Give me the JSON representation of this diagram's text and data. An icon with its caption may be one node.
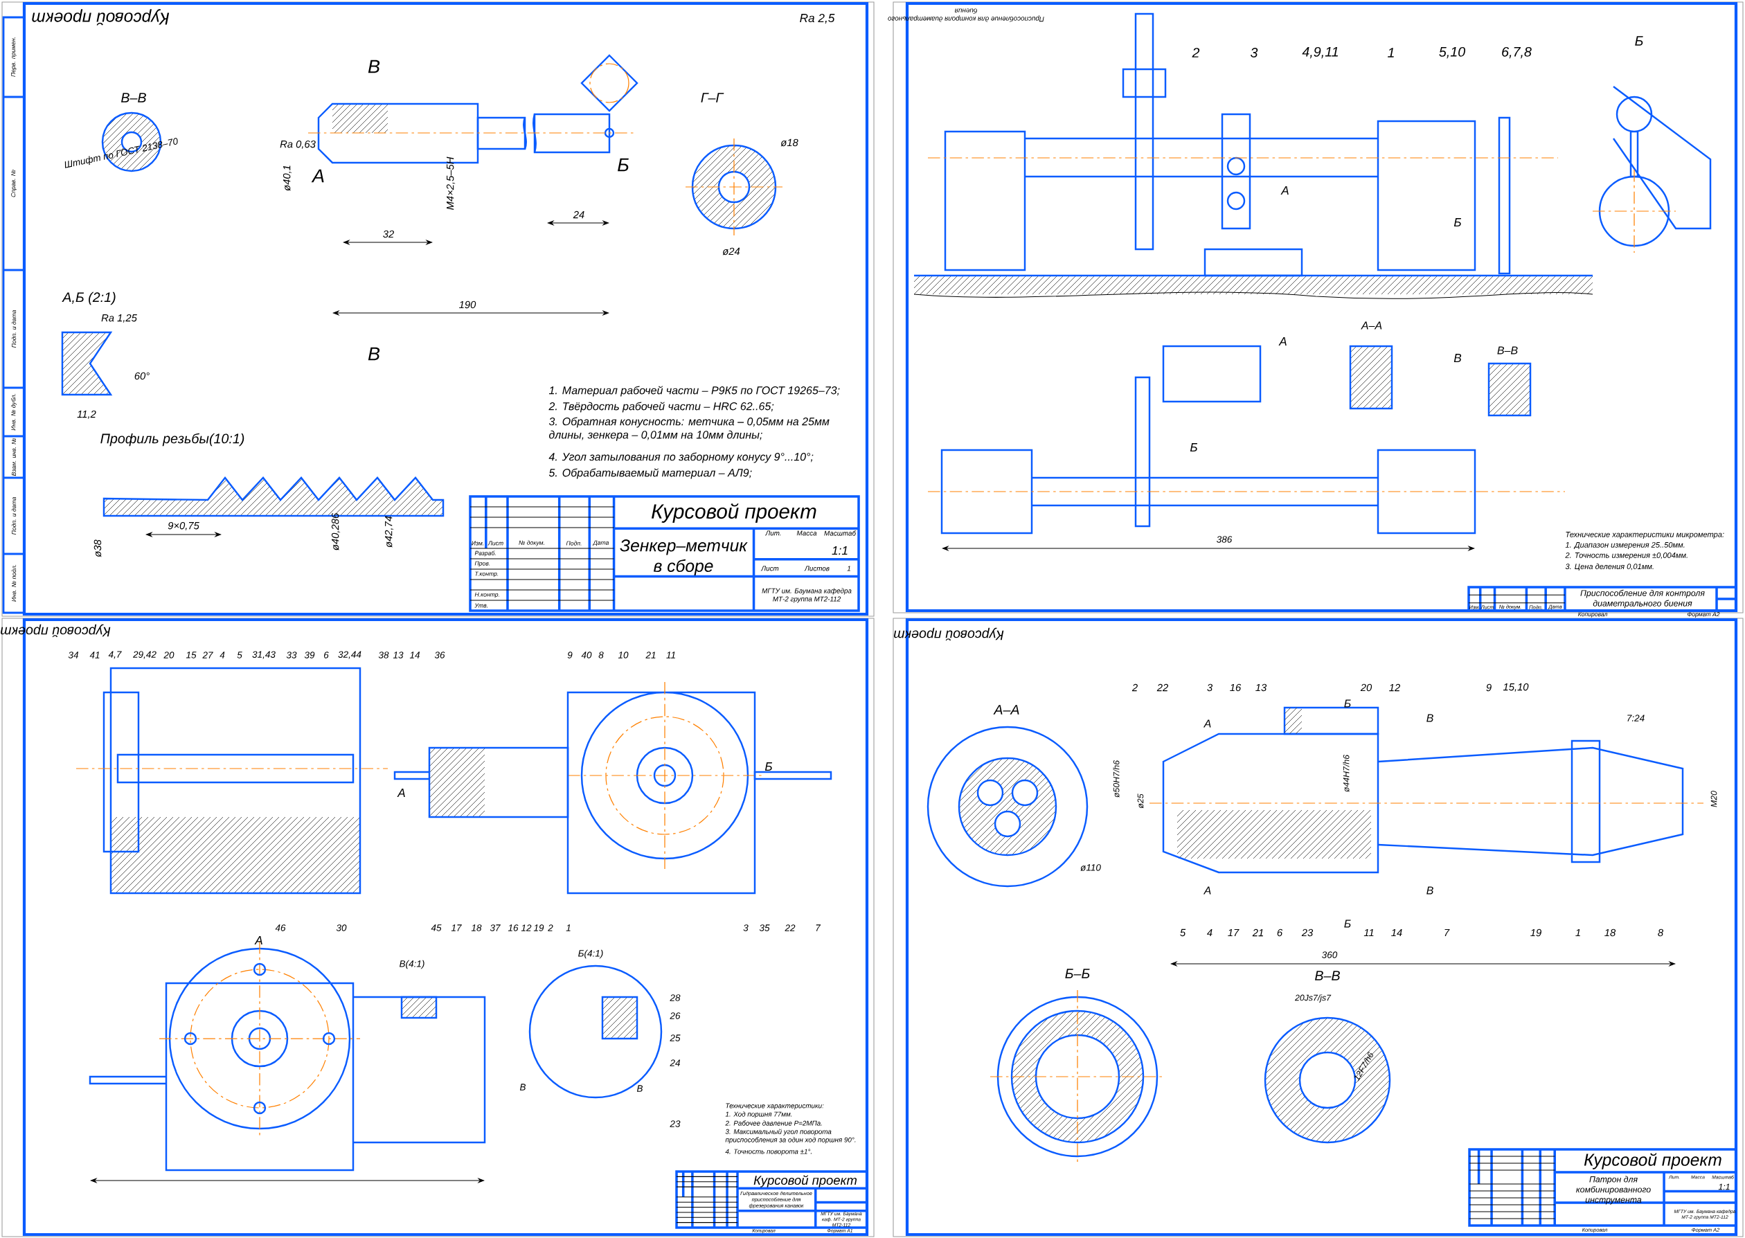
{
  "diagram": {
    "labels": [
      "Курсовой проект",
      "Ra 2,5",
      "В–В",
      "Штифт по ГОСТ 2138–70",
      "Ra 0,63",
      "А",
      "Б",
      "В",
      "В",
      "Г–Г",
      "ø18",
      "ø24",
      "32",
      "24",
      "190",
      "ø40,1",
      "М4×2,5–5Н",
      "А,Б (2:1)",
      "Ra 1,25",
      "60°",
      "11,2",
      "Профиль резьбы(10:1)",
      "9×0,75",
      "ø38",
      "ø40,286",
      "ø42,74",
      "1. Материал рабочей части – Р9К5 по ГОСТ 19265–73;",
      "2. Твёрдость рабочей части – HRC 62..65;",
      "3. Обратная конусность: метчика – 0,05мм на 25мм длины, зенкера – 0,01мм на 10мм длины;",
      "4. Угол затылования по заборному конусу 9°...10°;",
      "5. Обрабатываемый материал – АЛ9;",
      "Курсовой проект",
      "Зенкер–метчик в сборе",
      "Лит.",
      "Масса",
      "Масштаб",
      "1:1",
      "Лист",
      "Листов",
      "1",
      "МГТУ им. Баумана кафедра МТ-2 группа МТ2-112",
      "Изм.",
      "Лист",
      "№ докум.",
      "Подп.",
      "Дата",
      "Разраб.",
      "Пров.",
      "Т.контр.",
      "Н.контр.",
      "Утв.",
      "Перв. примен.",
      "Справ. №",
      "Подп. и дата",
      "Инв. № дубл.",
      "Взам. инв. №",
      "Подп. и дата",
      "Инв. № подл.",
      "Приспособление для контроля диаметрального биения",
      "2",
      "3",
      "4,9,11",
      "1",
      "5,10",
      "6,7,8",
      "Б",
      "А",
      "Б",
      "А",
      "В",
      "Б",
      "А–А",
      "В–В",
      "386",
      "Технические характеристики микрометра:",
      "1. Диапазон измерения 25..50мм.",
      "2. Точность измерения ±0,004мм.",
      "3. Цена деления 0,01мм.",
      "Приспособление для контроля диаметрального биения",
      "Изм.",
      "Лист",
      "№ докум.",
      "Подп.",
      "Дата",
      "Копировал",
      "Формат А2",
      "Курсовой проект",
      "34",
      "41",
      "4,7",
      "29,42",
      "20",
      "15",
      "27",
      "4",
      "5",
      "31,43",
      "33",
      "39",
      "6",
      "32,44",
      "38",
      "13",
      "14",
      "36",
      "9",
      "40",
      "8",
      "10",
      "21",
      "11",
      "46",
      "30",
      "45",
      "17",
      "18",
      "37",
      "16",
      "12",
      "19",
      "2",
      "1",
      "3",
      "35",
      "22",
      "7",
      "Б",
      "А",
      "А",
      "В(4:1)",
      "Б(4:1)",
      "28",
      "26",
      "25",
      "24",
      "23",
      "В",
      "В",
      "Технические характеристики:",
      "1. Ход поршня 77мм.",
      "2. Рабочее давление Р=2МПа.",
      "3. Максимальный угол поворота приспособления за один ход поршня 90°.",
      "4. Точность поворота ±1°.",
      "Курсовой проект",
      "Гидравлическое делительное приспособление для фрезерования канавок",
      "МГТУ им. Баумана каф. МТ-2 группа МТ2-112",
      "Копировал",
      "Формат А1",
      "Курсовой проект",
      "А–А",
      "ø110",
      "2",
      "22",
      "3",
      "16",
      "13",
      "20",
      "12",
      "9",
      "15,10",
      "А",
      "Б",
      "В",
      "7:24",
      "ø50H7/h6",
      "ø25",
      "ø44H7/h6",
      "М20",
      "А",
      "Б",
      "В",
      "5",
      "4",
      "17",
      "21",
      "6",
      "23",
      "11",
      "14",
      "7",
      "19",
      "1",
      "18",
      "8",
      "360",
      "Б–Б",
      "В–В",
      "20Js7/js7",
      "12F7/h6",
      "Курсовой проект",
      "Патрон для комбинированного инструмента",
      "Лит.",
      "Масса",
      "Масштаб",
      "1:1",
      "МГТУ им. Баумана кафедра МТ-2 группа МТ2-112",
      "Копировал",
      "Формат А2"
    ]
  }
}
